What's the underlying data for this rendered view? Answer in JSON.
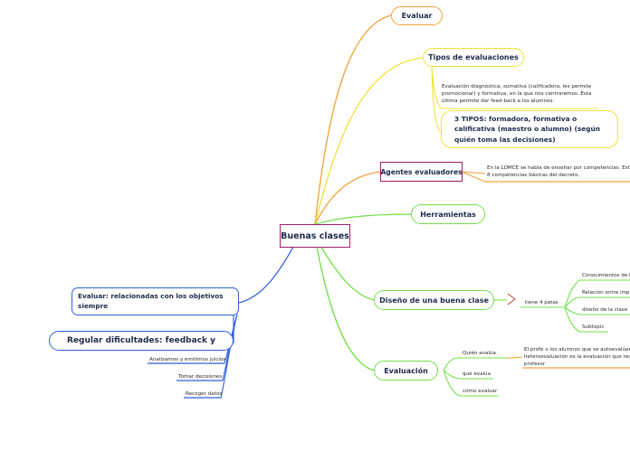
{
  "colors": {
    "orange": "#f2a13a",
    "yellow": "#f0e13a",
    "green": "#72e04a",
    "blue": "#2f5fd8",
    "magenta": "#a01d6a",
    "teal": "#2c8a6e"
  },
  "central": {
    "label": "Buenas clases"
  },
  "branches": {
    "evaluar": {
      "label": "Evaluar"
    },
    "tipos": {
      "label": "Tipos de evaluaciones",
      "note": "Evaluación diagnóstica, sumativa (calificadora, les permite promocionar) y formativa, en la que nos centraremos. Esta última permite dar feed-back a los alumnos.",
      "subnode": "3 TIPOS: formadora, formativa o calificativa (maestro o alumno) (según quién toma las decisiones)"
    },
    "agentes": {
      "label": "Agentes evaluadores",
      "note_line1": "En la LOMCE se habla de enseñar por competencias. Est",
      "note_line2": "8 competencias básicas del decreto."
    },
    "herramientas": {
      "label": "Herramientas"
    },
    "diseno": {
      "label": "Diseño de una buena clase",
      "connector": "tiene 4 patas",
      "items": [
        "Conocimientos de l",
        "Relación entre impl",
        "diseño de la clase",
        "Subtopic"
      ]
    },
    "evaluacion": {
      "label": "Evaluación",
      "items": [
        "Quién evalúa",
        "qué evalúa",
        "cómo evaluar"
      ],
      "note_line1": "El profe o los alumnos que se autoevalúan",
      "note_line2": "heteroevaluación es la evaluación que rea",
      "note_line3": "profesor"
    },
    "evaluar_obj": {
      "label": "Evaluar: relacionadas con los objetivos siempre"
    },
    "regular": {
      "label": "Regular dificultades: feedback y",
      "items": [
        "Analizamos y emitimos juicios",
        "Tomar decisiones",
        "Recoger datos"
      ]
    }
  }
}
